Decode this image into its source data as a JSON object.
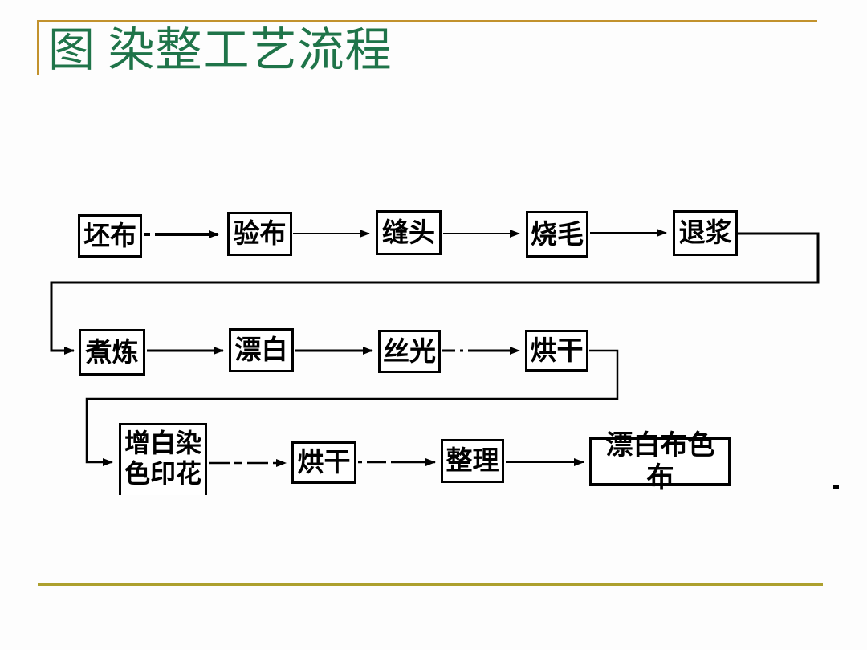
{
  "slide": {
    "title": "图 染整工艺流程"
  },
  "colors": {
    "accent_gold_top": "#C2922D",
    "accent_gold_bottom": "#ADA02E",
    "title_green": "#1F7449",
    "diagram_ink": "#000000"
  },
  "flowchart": {
    "boxes": [
      {
        "id": "grey-cloth",
        "label": "坯布"
      },
      {
        "id": "cloth-inspection",
        "label": "验布"
      },
      {
        "id": "seaming",
        "label": "缝头"
      },
      {
        "id": "singeing",
        "label": "烧毛"
      },
      {
        "id": "desizing",
        "label": "退浆"
      },
      {
        "id": "scouring",
        "label": "煮炼"
      },
      {
        "id": "bleaching",
        "label": "漂白"
      },
      {
        "id": "mercerizing",
        "label": "丝光"
      },
      {
        "id": "drying-1",
        "label": "烘干"
      },
      {
        "id": "whitening-dyeing-printing",
        "label": "增白染色印花"
      },
      {
        "id": "drying-2",
        "label": "烘干"
      },
      {
        "id": "finishing",
        "label": "整理"
      },
      {
        "id": "bleached-and-colored-cloth",
        "label": "漂白布色布"
      }
    ],
    "edges": [
      {
        "from": "坯布",
        "to": "验布"
      },
      {
        "from": "验布",
        "to": "缝头"
      },
      {
        "from": "缝头",
        "to": "烧毛"
      },
      {
        "from": "烧毛",
        "to": "退浆"
      },
      {
        "from": "退浆",
        "to": "煮炼"
      },
      {
        "from": "煮炼",
        "to": "漂白"
      },
      {
        "from": "漂白",
        "to": "丝光"
      },
      {
        "from": "丝光",
        "to": "烘干"
      },
      {
        "from": "烘干",
        "to": "增白染色印花"
      },
      {
        "from": "增白染色印花",
        "to": "烘干"
      },
      {
        "from": "烘干",
        "to": "整理"
      },
      {
        "from": "整理",
        "to": "漂白布色布"
      }
    ]
  }
}
